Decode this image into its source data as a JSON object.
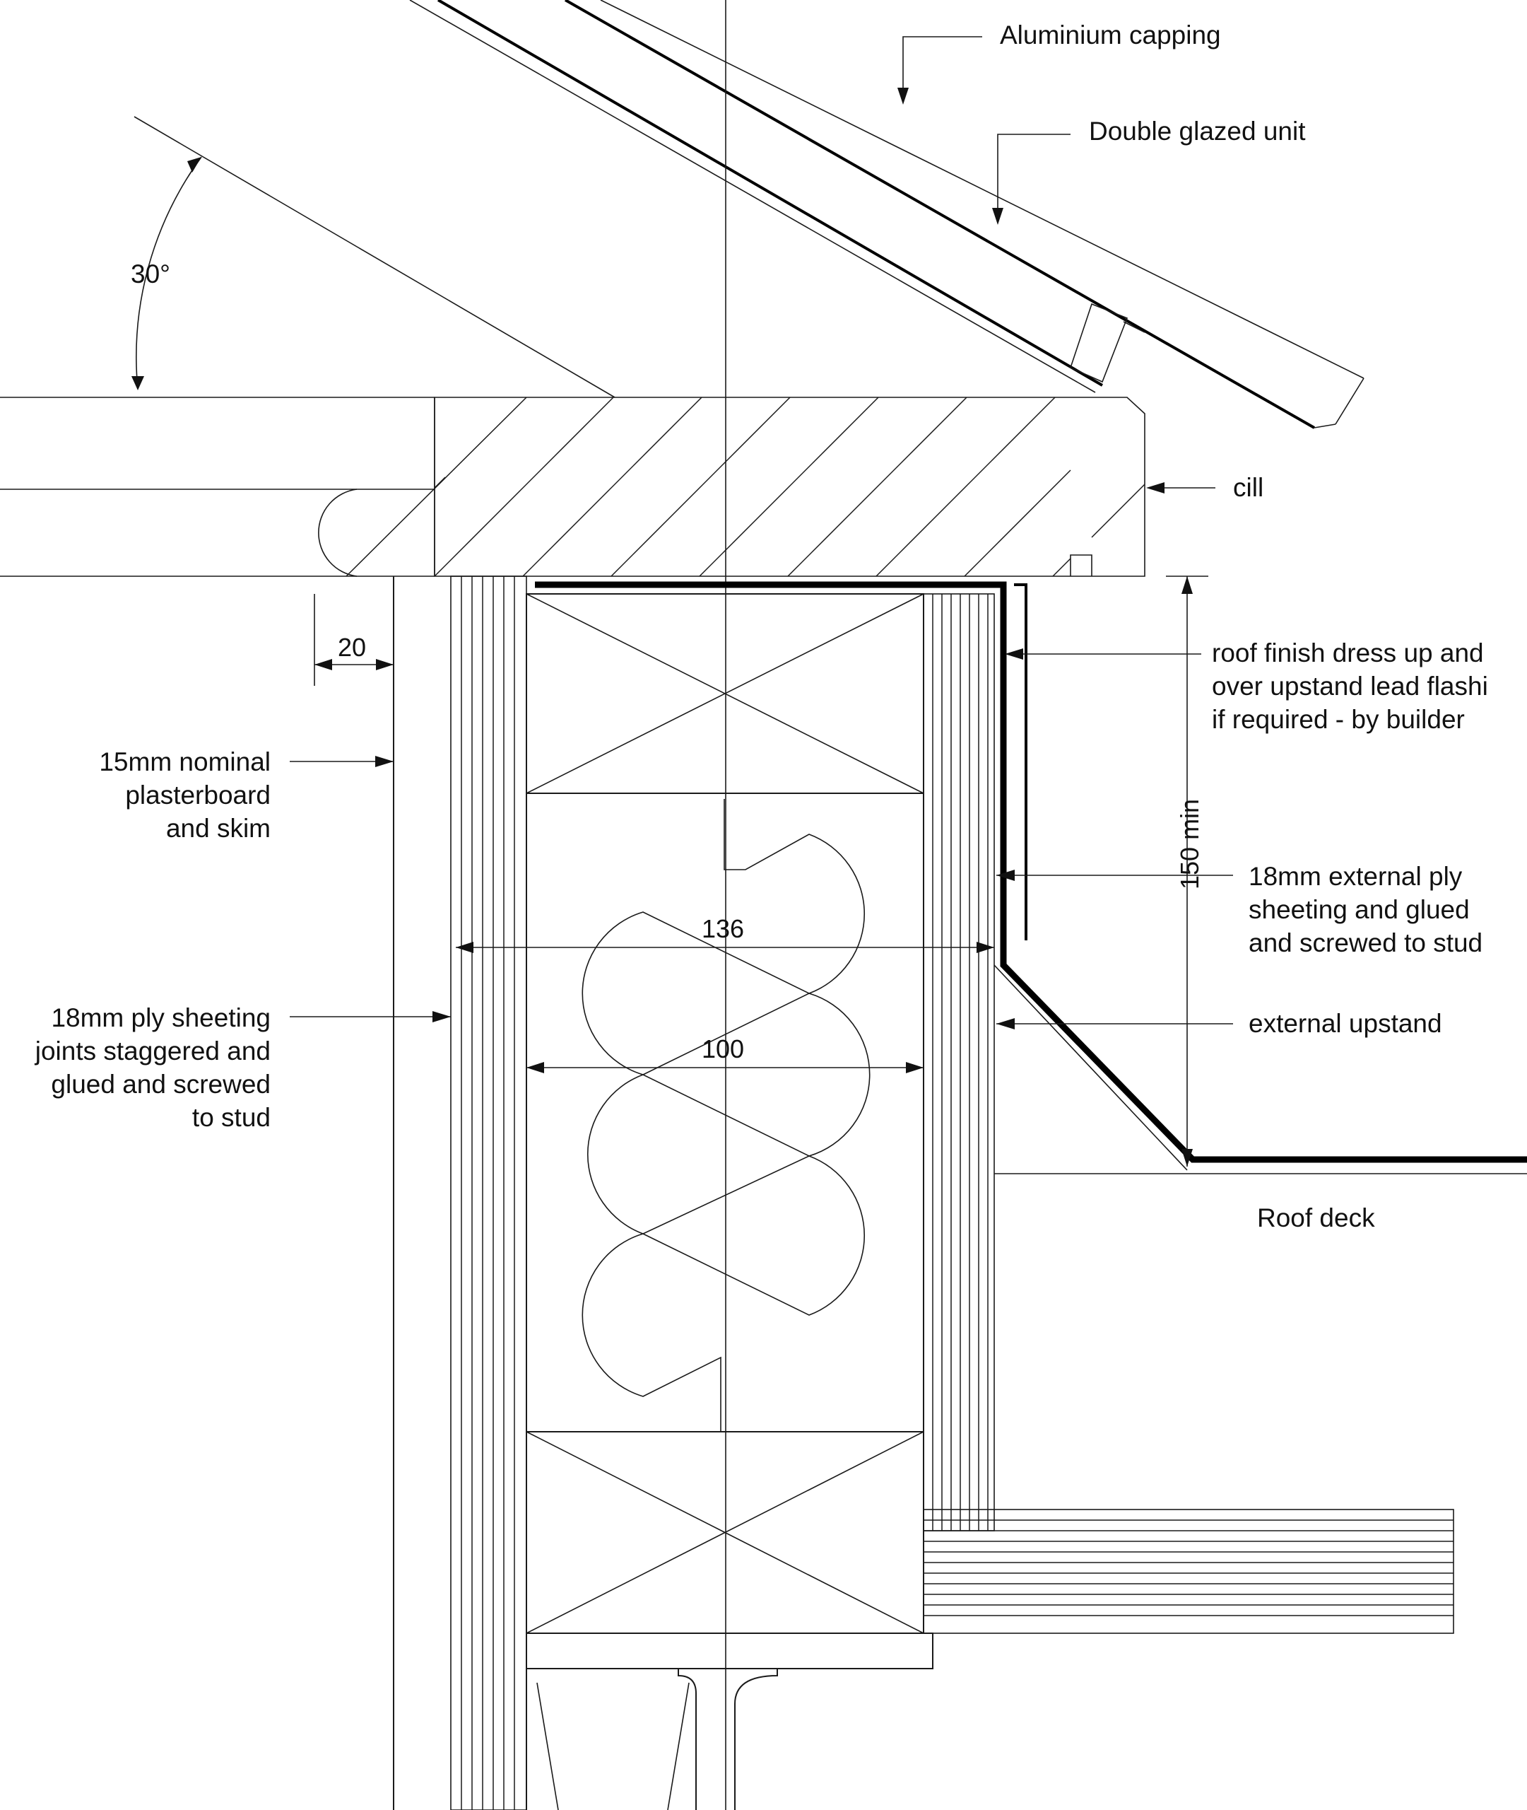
{
  "angle_label": "30°",
  "labels": {
    "aluminium_capping": "Aluminium capping",
    "double_glazed_unit": "Double glazed unit",
    "cill": "cill",
    "roof_finish": [
      "roof finish dress up and",
      "over upstand lead flashi",
      "if required - by builder"
    ],
    "plasterboard": [
      "15mm nominal",
      "plasterboard",
      "and skim"
    ],
    "ext_ply": [
      "18mm external ply",
      "sheeting and glued",
      "and screwed to stud"
    ],
    "ply_sheeting": [
      "18mm ply sheeting",
      "joints staggered and",
      "glued and screwed",
      "to stud"
    ],
    "external_upstand": "external upstand",
    "roof_deck": "Roof deck"
  },
  "dimensions": {
    "d20": "20",
    "d136": "136",
    "d100": "100",
    "d150": "150 min"
  }
}
